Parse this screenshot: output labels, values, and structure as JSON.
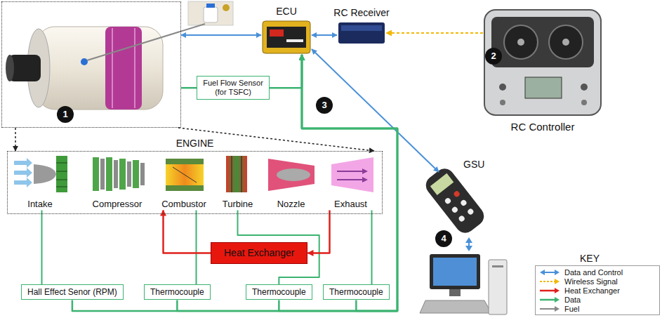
{
  "diagram": {
    "nodes": [
      {
        "text": [
          "1"
        ]
      },
      {
        "text": [
          "ECU"
        ]
      },
      {
        "text": [
          "RC Receiver"
        ]
      },
      {
        "text": [
          "RC Controller"
        ]
      },
      {
        "text": [
          "Fuel Flow Sensor (for TSFC)"
        ]
      },
      {
        "text": [
          "GSU"
        ]
      },
      {
        "text": [
          "ENGINE"
        ]
      },
      {
        "text": [
          "Intake"
        ],
        "in": 6
      },
      {
        "text": [
          "Compressor"
        ],
        "in": 6
      },
      {
        "text": [
          "Combustor"
        ],
        "in": 6
      },
      {
        "text": [
          "Turbine"
        ],
        "in": 6
      },
      {
        "text": [
          "Nozzle"
        ],
        "in": 6
      },
      {
        "text": [
          "Exhaust"
        ],
        "in": 6
      },
      {
        "text": [
          "Heat Exchanger"
        ]
      },
      {
        "text": [
          "Hall Effect Senor (RPM)"
        ]
      },
      {
        "text": [
          "Thermocouple"
        ]
      },
      {
        "text": [
          "Thermocouple"
        ]
      },
      {
        "text": [
          "Thermocouple"
        ]
      }
    ],
    "edges": [
      {
        "from": 0,
        "to": 1,
        "arrow": "both"
      },
      {
        "from": 1,
        "to": 2,
        "arrow": "both"
      },
      {
        "from": 3,
        "to": 2,
        "arrow": "to"
      },
      {
        "from": 1,
        "to": 5,
        "arrow": "both"
      },
      {
        "from": 0,
        "to": 4,
        "arrow": "none"
      },
      {
        "from": 4,
        "to": 1,
        "arrow": "to"
      },
      {
        "from": 0,
        "to": 6,
        "arrow": "to"
      },
      {
        "from": 0,
        "to": 6,
        "arrow": "to"
      },
      {
        "from": 7,
        "to": 14,
        "arrow": "none"
      },
      {
        "from": 9,
        "to": 15,
        "arrow": "none"
      },
      {
        "from": 10,
        "to": 16,
        "arrow": "none"
      },
      {
        "from": 12,
        "to": 17,
        "arrow": "none"
      },
      {
        "from": 12,
        "to": 13,
        "arrow": "to"
      },
      {
        "from": 13,
        "to": 9,
        "arrow": "to"
      },
      {
        "from": 14,
        "to": 1,
        "arrow": "to"
      },
      {
        "from": 15,
        "to": 1,
        "arrow": "to"
      },
      {
        "from": 16,
        "to": 1,
        "arrow": "to"
      },
      {
        "from": 17,
        "to": 1,
        "arrow": "to"
      }
    ],
    "labels": [
      "2",
      "3",
      "4",
      "KEY"
    ],
    "legend": [
      {
        "text": "Data and Control"
      },
      {
        "text": "Wireless Signal"
      },
      {
        "text": "Heat Exchanger"
      },
      {
        "text": "Data"
      },
      {
        "text": "Fuel"
      }
    ]
  }
}
